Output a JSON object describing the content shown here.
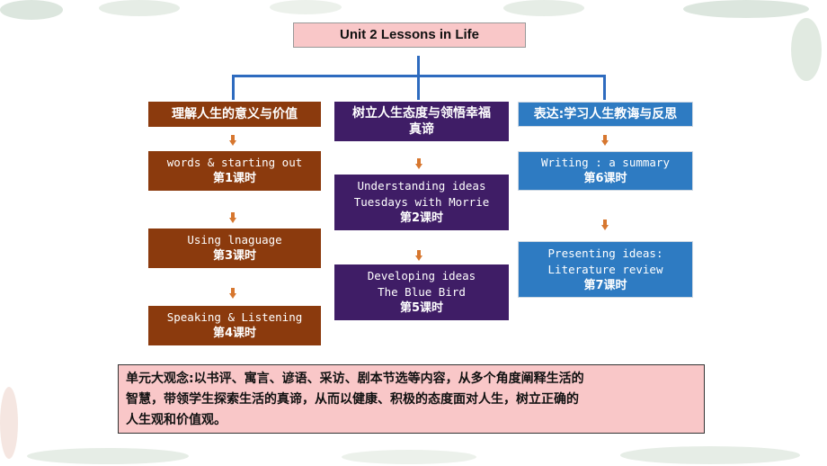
{
  "title": "Unit 2 Lessons in Life",
  "columns": [
    {
      "header": "理解人生的意义与价值",
      "lessons": [
        {
          "line1": "words & starting out",
          "period": "第1课时"
        },
        {
          "line1": "Using lnaguage",
          "period": "第3课时"
        },
        {
          "line1": "Speaking & Listening",
          "period": "第4课时"
        }
      ]
    },
    {
      "header_line1": "树立人生态度与领悟幸福",
      "header_line2": "真谛",
      "lessons": [
        {
          "line1": "Understanding ideas",
          "line2": "Tuesdays with Morrie",
          "period": "第2课时"
        },
        {
          "line1": "Developing ideas",
          "line2": "The Blue Bird",
          "period": "第5课时"
        }
      ]
    },
    {
      "header": "表达:学习人生教诲与反思",
      "lessons": [
        {
          "line1": "Writing : a summary",
          "period": "第6课时"
        },
        {
          "line1": "Presenting ideas:",
          "line2": "Literature review",
          "period": "第7课时"
        }
      ]
    }
  ],
  "summary": {
    "line1": "单元大观念:以书评、寓言、谚语、采访、剧本节选等内容，从多个角度阐释生活的",
    "line2": "智慧，带领学生探索生活的真谛，从而以健康、积极的态度面对人生，树立正确的",
    "line3": "人生观和价值观。"
  },
  "colors": {
    "brown": "#8b3a0d",
    "purple": "#3f1d66",
    "blue": "#2e7bc2",
    "pink": "#f9c7c8",
    "arrow": "#d7772f",
    "connector": "#2e6bbf"
  }
}
